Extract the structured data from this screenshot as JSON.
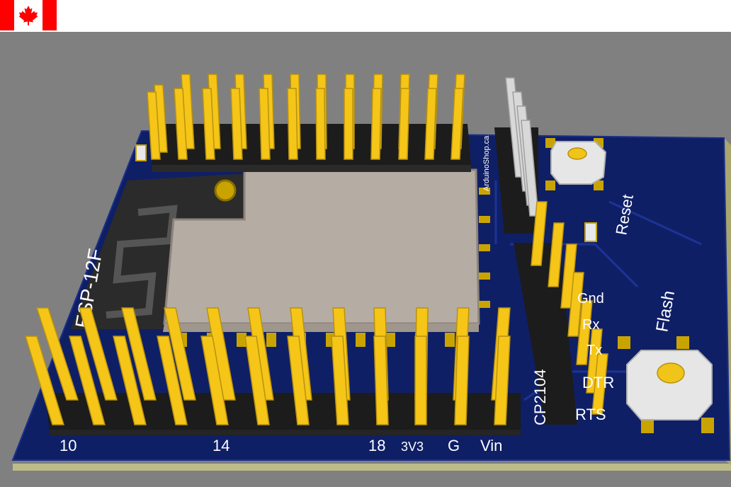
{
  "flag": {
    "name": "canada-flag-icon",
    "colors": {
      "red": "#ff0000",
      "white": "#ffffff"
    }
  },
  "board": {
    "brand": "ArduinoShop.ca",
    "module": "ESP-12F",
    "chip": "CP2104",
    "pin_numbers": {
      "p10": "10",
      "p14": "14",
      "p18": "18"
    },
    "power_labels": {
      "v3": "3V3",
      "gnd": "G",
      "vin": "Vin"
    },
    "uart_labels": [
      "Gnd",
      "Rx",
      "Tx",
      "DTR",
      "RTS"
    ],
    "buttons": {
      "reset": "Reset",
      "flash": "Flash"
    },
    "colors": {
      "pcb": "#0f1f66",
      "gold": "#f5c518",
      "header": "#1c1c1c",
      "shield": "#b5aca4",
      "silver": "#d8d8d8"
    }
  }
}
